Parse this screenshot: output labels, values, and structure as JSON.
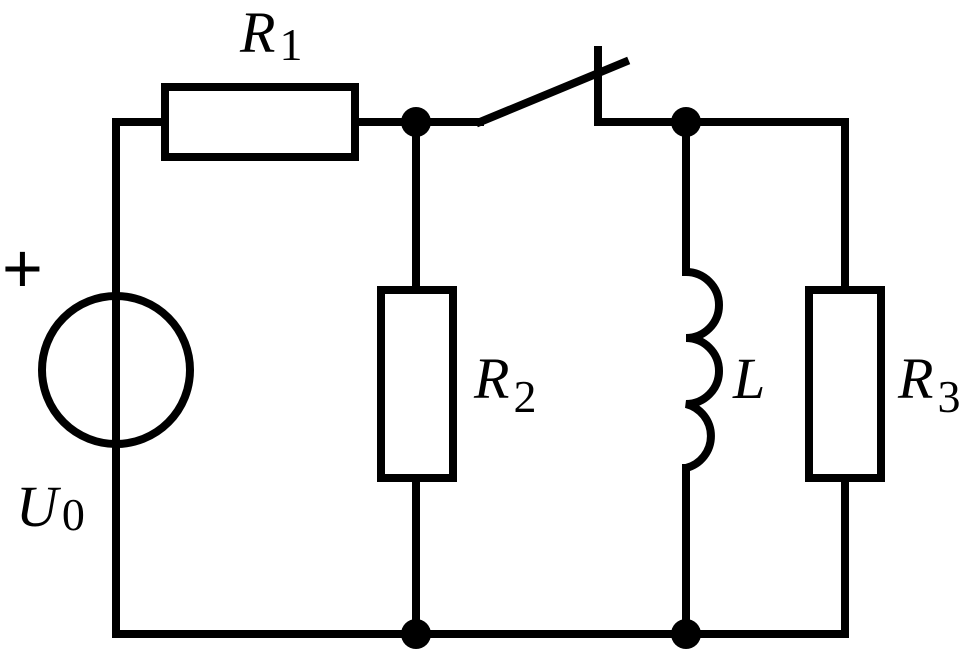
{
  "labels": {
    "r1": {
      "letter": "R",
      "sub": "1"
    },
    "r2": {
      "letter": "R",
      "sub": "2"
    },
    "r3": {
      "letter": "R",
      "sub": "3"
    },
    "l": {
      "letter": "L"
    },
    "u0": {
      "letter": "U",
      "sub": "0"
    },
    "plus": "+"
  }
}
